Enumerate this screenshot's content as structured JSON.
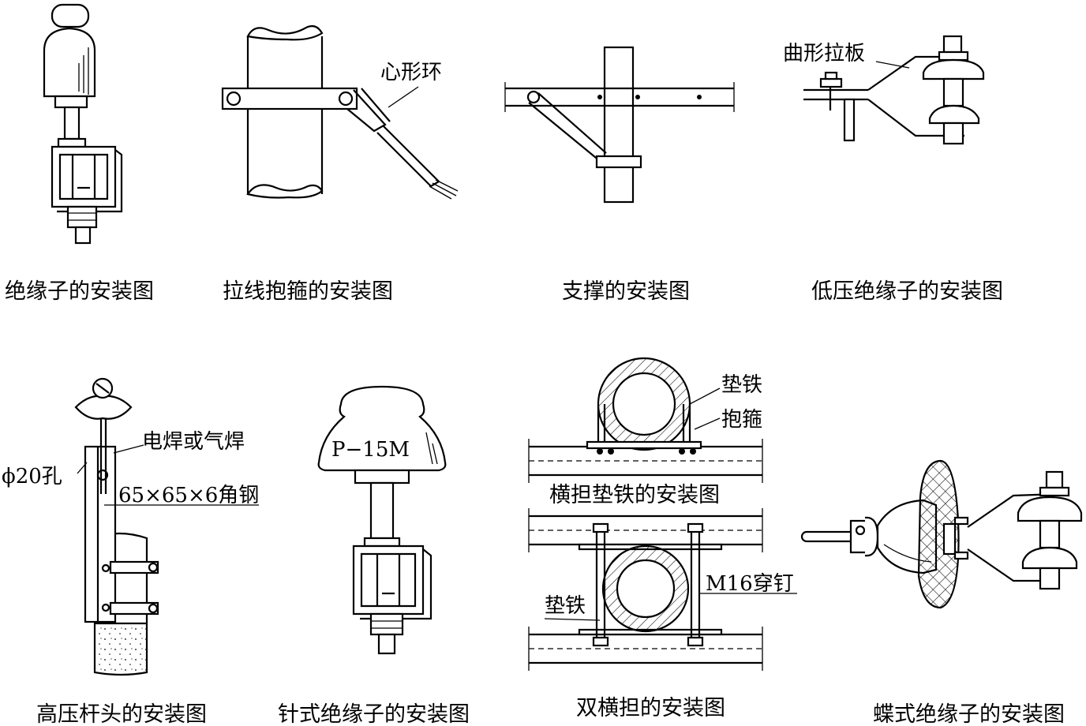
{
  "captions": {
    "insulator": "绝缘子的安装图",
    "guy_clamp": "拉线抱箍的安装图",
    "brace": "支撑的安装图",
    "lv_insulator": "低压绝缘子的安装图",
    "hv_pole_top": "高压杆头的安装图",
    "pin_insulator": "针式绝缘子的安装图",
    "crossarm_pad": "横担垫铁的安装图",
    "double_crossarm": "双横担的安装图",
    "butterfly_insulator": "蝶式绝缘子的安装图"
  },
  "labels": {
    "heart_ring": "心形环",
    "curved_plate": "曲形拉板",
    "weld": "电焊或气焊",
    "hole": "ϕ20孔",
    "angle_steel": "65×65×6角钢",
    "insulator_model": "P−15M",
    "pad_iron_top": "垫铁",
    "hoop": "抱箍",
    "through_bolt": "M16穿钉",
    "pad_iron_bottom": "垫铁"
  }
}
